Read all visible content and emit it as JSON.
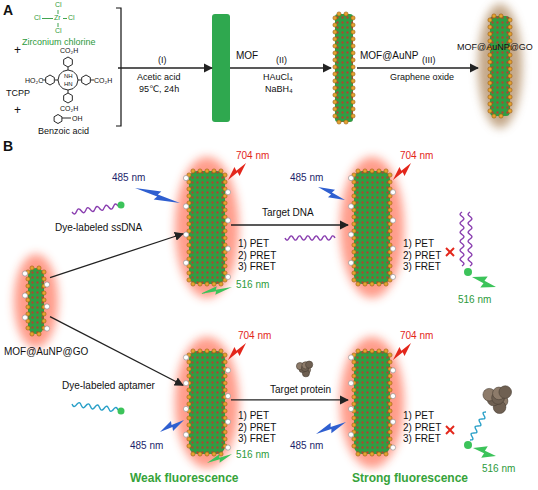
{
  "diagram": {
    "nodes": [
      {
        "text": [
          "Zirconium chlorine",
          "TCPP",
          "Benzoic acid"
        ]
      },
      {
        "text": [
          "MOF"
        ]
      },
      {
        "text": [
          "MOF@AuNP"
        ]
      },
      {
        "text": [
          "MOF@AuNP@GO"
        ]
      },
      {
        "text": [
          "MOF@AuNP@GO"
        ]
      },
      {
        "text": [
          "704 nm",
          "485 nm",
          "516 nm",
          "1) PET 2) PRET 3) FRET"
        ]
      },
      {
        "text": [
          "704 nm",
          "485 nm",
          "516 nm",
          "1) PET 2) PRET 3) FRET"
        ]
      },
      {
        "text": [
          "704 nm",
          "485 nm",
          "516 nm",
          "1) PET 2) PRET 3) FRET"
        ]
      },
      {
        "text": [
          "704 nm",
          "485 nm",
          "516 nm",
          "1) PET 2) PRET 3) FRET"
        ]
      }
    ],
    "edges": [
      {
        "from": 0,
        "to": 1,
        "arrow": "to",
        "label": "(I)"
      },
      {
        "from": 1,
        "to": 2,
        "arrow": "to",
        "label": "(II)"
      },
      {
        "from": 2,
        "to": 3,
        "arrow": "to",
        "label": "(III)"
      },
      {
        "from": 4,
        "to": 5,
        "arrow": "to",
        "label": "Dye-labeled ssDNA"
      },
      {
        "from": 5,
        "to": 6,
        "arrow": "to",
        "label": "Target DNA"
      },
      {
        "from": 4,
        "to": 7,
        "arrow": "to",
        "label": "Dye-labeled aptamer"
      },
      {
        "from": 7,
        "to": 8,
        "arrow": "to",
        "label": "Target protein"
      }
    ],
    "labels": [
      "A",
      "Cl",
      "Cl",
      "Zr",
      "Cl",
      "Cl",
      "+",
      "CO₂H",
      "HO₂C",
      "NH",
      "HN",
      "CO₂H",
      "CO₂H",
      "+",
      "OH",
      "Acetic acid",
      "95℃, 24h",
      "HAuCl₄",
      "NaBH₄",
      "Graphene oxide",
      "B",
      "Weak fluorescence",
      "Strong fluorescence"
    ]
  }
}
